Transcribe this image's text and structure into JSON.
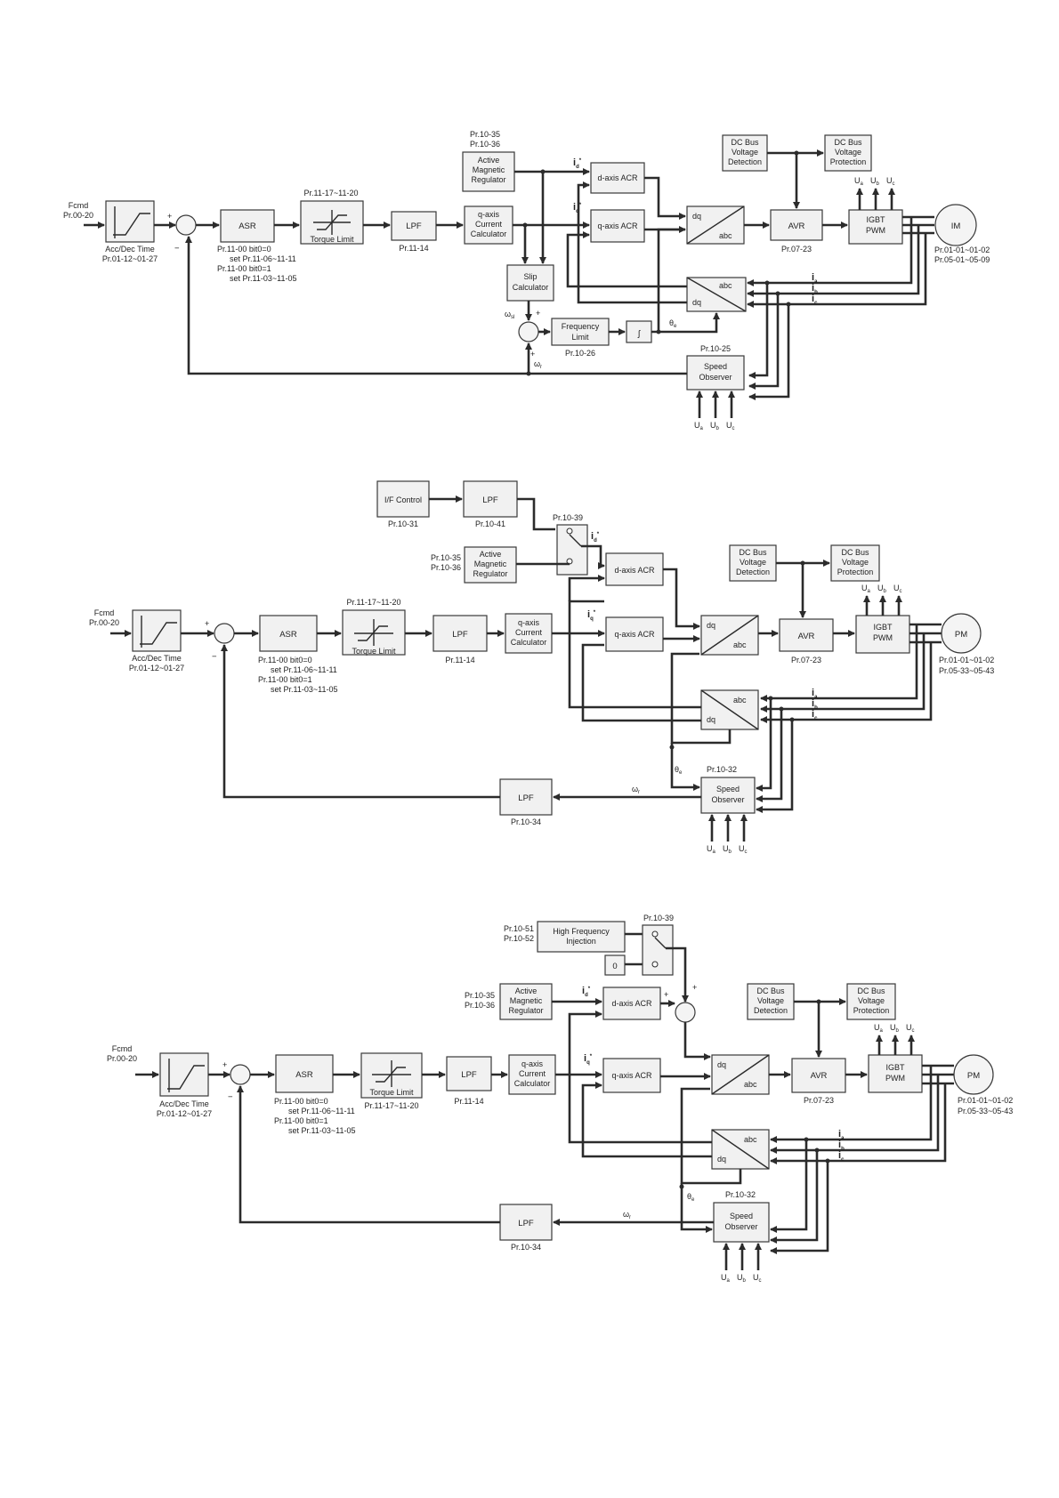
{
  "diagram1": {
    "fcmd": "Fcmd",
    "fcmd_pr": "Pr.00-20",
    "acc_label": "Acc/Dec Time",
    "acc_pr": "Pr.01-12~01-27",
    "asr": "ASR",
    "asr_note": [
      "Pr.11-00 bit0=0",
      "set Pr.11-06~11-11",
      "Pr.11-00 bit0=1",
      "set Pr.11-03~11-05"
    ],
    "torque_pr": "Pr.11-17~11-20",
    "torque_label": "Torque Limit",
    "lpf": "LPF",
    "lpf_pr": "Pr.11-14",
    "qcalc": [
      "q-axis",
      "Current",
      "Calculator"
    ],
    "amr_pr": [
      "Pr.10-35",
      "Pr.10-36"
    ],
    "amr": [
      "Active",
      "Magnetic",
      "Regulator"
    ],
    "dacr": "d-axis ACR",
    "qacr": "q-axis ACR",
    "dq": "dq",
    "abc": "abc",
    "avr": "AVR",
    "avr_pr": "Pr.07-23",
    "dcbus_det": [
      "DC Bus",
      "Voltage",
      "Detection"
    ],
    "dcbus_prot": [
      "DC Bus",
      "Voltage",
      "Protection"
    ],
    "igbt": [
      "IGBT",
      "PWM"
    ],
    "motor": "IM",
    "motor_pr": [
      "Pr.01-01~01-02",
      "Pr.05-01~05-09"
    ],
    "slip": [
      "Slip",
      "Calculator"
    ],
    "freq": [
      "Frequency",
      "Limit"
    ],
    "freq_pr": "Pr.10-26",
    "integ": "∫",
    "obs_pr": "Pr.10-25",
    "obs": [
      "Speed",
      "Observer"
    ]
  },
  "diagram2": {
    "fcmd": "Fcmd",
    "fcmd_pr": "Pr.00-20",
    "acc_label": "Acc/Dec Time",
    "acc_pr": "Pr.01-12~01-27",
    "asr": "ASR",
    "asr_note": [
      "Pr.11-00 bit0=0",
      "set Pr.11-06~11-11",
      "Pr.11-00 bit0=1",
      "set Pr.11-03~11-05"
    ],
    "torque_pr": "Pr.11-17~11-20",
    "torque_label": "Torque Limit",
    "lpf": "LPF",
    "lpf_pr": "Pr.11-14",
    "qcalc": [
      "q-axis",
      "Current",
      "Calculator"
    ],
    "ifc": "I/F Control",
    "ifc_pr": "Pr.10-31",
    "lpf2": "LPF",
    "lpf2_pr": "Pr.10-41",
    "sw_pr": "Pr.10-39",
    "amr_pr": [
      "Pr.10-35",
      "Pr.10-36"
    ],
    "amr": [
      "Active",
      "Magnetic",
      "Regulator"
    ],
    "dacr": "d-axis ACR",
    "qacr": "q-axis ACR",
    "dq": "dq",
    "abc": "abc",
    "avr": "AVR",
    "avr_pr": "Pr.07-23",
    "dcbus_det": [
      "DC Bus",
      "Voltage",
      "Detection"
    ],
    "dcbus_prot": [
      "DC Bus",
      "Voltage",
      "Protection"
    ],
    "igbt": [
      "IGBT",
      "PWM"
    ],
    "motor": "PM",
    "motor_pr": [
      "Pr.01-01~01-02",
      "Pr.05-33~05-43"
    ],
    "obs_pr": "Pr.10-32",
    "obs": [
      "Speed",
      "Observer"
    ],
    "lpf3": "LPF",
    "lpf3_pr": "Pr.10-34"
  },
  "diagram3": {
    "fcmd": "Fcmd",
    "fcmd_pr": "Pr.00-20",
    "acc_label": "Acc/Dec Time",
    "acc_pr": "Pr.01-12~01-27",
    "asr": "ASR",
    "asr_note": [
      "Pr.11-00 bit0=0",
      "set Pr.11-06~11-11",
      "Pr.11-00 bit0=1",
      "set Pr.11-03~11-05"
    ],
    "torque_pr": "Pr.11-17~11-20",
    "torque_label": "Torque Limit",
    "lpf": "LPF",
    "lpf_pr": "Pr.11-14",
    "qcalc": [
      "q-axis",
      "Current",
      "Calculator"
    ],
    "hfi_pr": [
      "Pr.10-51",
      "Pr.10-52"
    ],
    "hfi": [
      "High Frequency",
      "Injection"
    ],
    "zero": "0",
    "sw_pr": "Pr.10-39",
    "amr_pr": [
      "Pr.10-35",
      "Pr.10-36"
    ],
    "amr": [
      "Active",
      "Magnetic",
      "Regulator"
    ],
    "dacr": "d-axis ACR",
    "qacr": "q-axis ACR",
    "dq": "dq",
    "abc": "abc",
    "avr": "AVR",
    "avr_pr": "Pr.07-23",
    "dcbus_det": [
      "DC Bus",
      "Voltage",
      "Detection"
    ],
    "dcbus_prot": [
      "DC Bus",
      "Voltage",
      "Protection"
    ],
    "igbt": [
      "IGBT",
      "PWM"
    ],
    "motor": "PM",
    "motor_pr": [
      "Pr.01-01~01-02",
      "Pr.05-33~05-43"
    ],
    "obs_pr": "Pr.10-32",
    "obs": [
      "Speed",
      "Observer"
    ],
    "lpf3": "LPF",
    "lpf3_pr": "Pr.10-34"
  }
}
